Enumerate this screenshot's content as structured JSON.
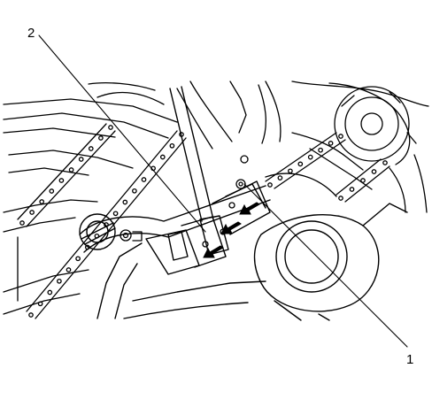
{
  "callouts": [
    {
      "id": "callout-2",
      "label": "2"
    },
    {
      "id": "callout-1",
      "label": "1"
    }
  ],
  "icons": {
    "arrow": "arrow-icon",
    "bolt": "bolt-icon"
  },
  "colors": {
    "line": "#000000",
    "background": "#ffffff"
  }
}
